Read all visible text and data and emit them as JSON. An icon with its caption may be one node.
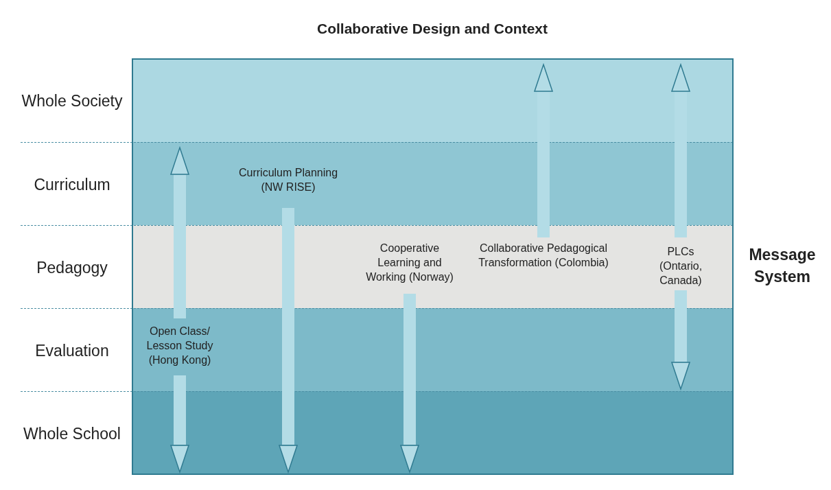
{
  "diagram": {
    "title": "Collaborative Design and Context",
    "nodes": [
      {
        "text": [
          "Whole Society"
        ]
      },
      {
        "text": [
          "Curriculum"
        ]
      },
      {
        "text": [
          "Pedagogy"
        ]
      },
      {
        "text": [
          "Evaluation"
        ]
      },
      {
        "text": [
          "Whole School"
        ]
      },
      {
        "text": [
          "Curriculum Planning (NW RISE)"
        ],
        "in": 1
      },
      {
        "text": [
          "Cooperative Learning and Working (Norway)"
        ],
        "in": 2
      },
      {
        "text": [
          "Collaborative Pedagogical Transformation (Colombia)"
        ],
        "in": 2
      },
      {
        "text": [
          "PLCs (Ontario, Canada)"
        ],
        "in": 2
      },
      {
        "text": [
          "Open Class/ Lesson Study (Hong Kong)"
        ],
        "in": 3
      }
    ],
    "edges": [
      {
        "from": 9,
        "to": 1,
        "arrow": "to"
      },
      {
        "from": 9,
        "to": 4,
        "arrow": "to"
      },
      {
        "from": 5,
        "to": 4,
        "arrow": "to"
      },
      {
        "from": 6,
        "to": 4,
        "arrow": "to"
      },
      {
        "from": 7,
        "to": 0,
        "arrow": "to"
      },
      {
        "from": 8,
        "to": 0,
        "arrow": "to"
      },
      {
        "from": 8,
        "to": 3,
        "arrow": "to"
      }
    ],
    "labels": [
      "Message System"
    ]
  }
}
